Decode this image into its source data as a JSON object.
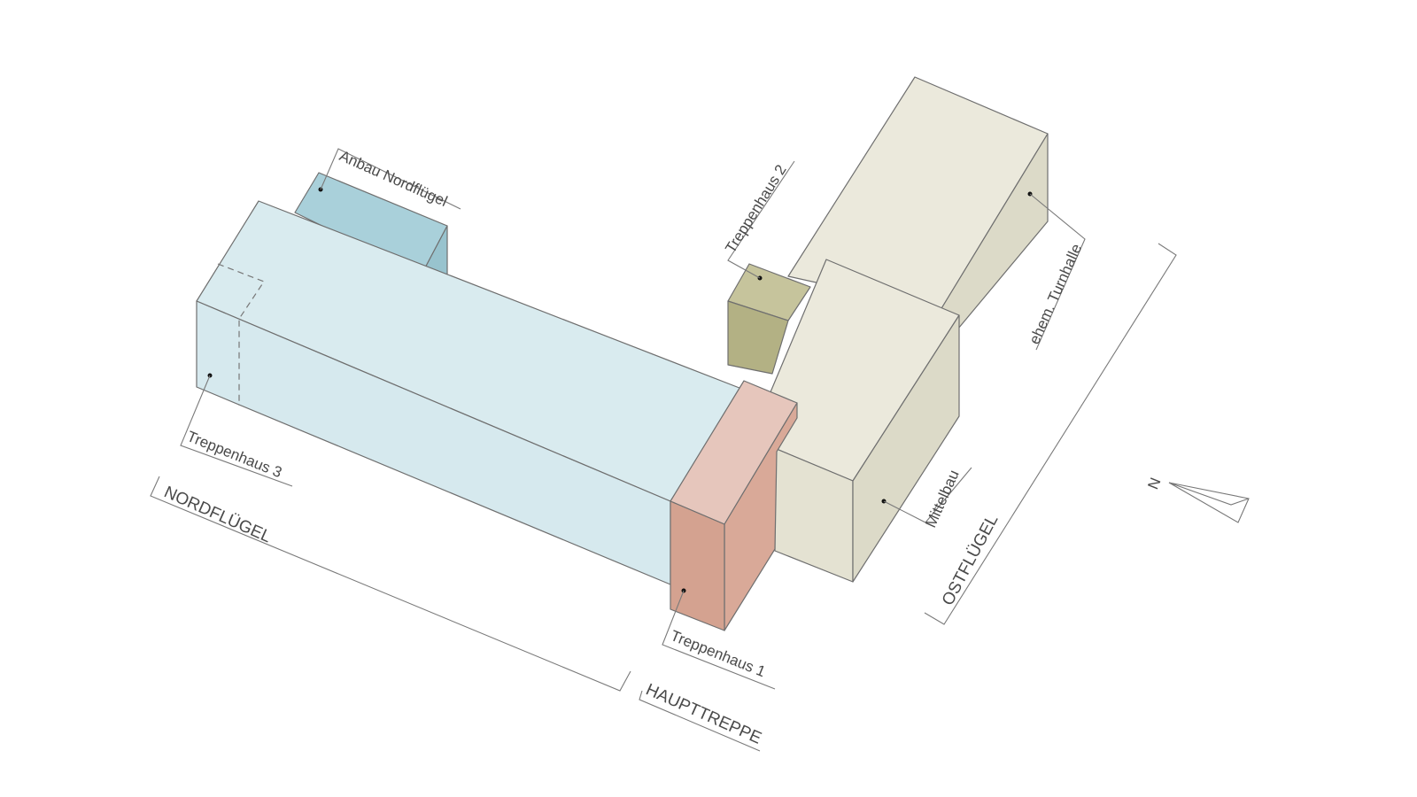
{
  "labels": {
    "anbau_nordfluegel": "Anbau Nordflügel",
    "treppenhaus_3": "Treppenhaus 3",
    "nordfluegel": "NORDFLÜGEL",
    "treppenhaus_1": "Treppenhaus 1",
    "haupttreppe": "HAUPTTREPPE",
    "treppenhaus_2": "Treppenhaus 2",
    "mittelbau": "Mittelbau",
    "ehem_turnhalle": "ehem. Turnhalle",
    "ostfluegel": "OSTFLÜGEL",
    "north": "N"
  },
  "colors": {
    "nordfluegel": "#d9ebef",
    "anbau": "#a9d0da",
    "treppenhaus_1_top": "#e6c6bc",
    "treppenhaus_1_side": "#d4a290",
    "treppenhaus_2": "#b3b184",
    "ostfluegel_top": "#ebe9dc",
    "ostfluegel_side": "#dcdac8"
  }
}
